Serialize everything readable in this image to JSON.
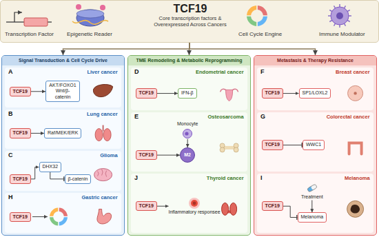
{
  "diagram": {
    "nodes": [
      {
        "text": [
          "Transcription Factor",
          "Epigenetic Reader",
          "Cell Cycle Engine",
          "Immune Modulator"
        ]
      },
      {
        "text": [
          "TCF19",
          "Core transcription factors & Overexpressed Across Cancers"
        ],
        "in": 0
      },
      {
        "text": [
          "Signal Transduction & Cell Cycle Drive"
        ]
      },
      {
        "text": [
          "A",
          "Liver cancer"
        ],
        "in": 2
      },
      {
        "text": [
          "TCF19"
        ],
        "in": 3
      },
      {
        "text": [
          "AKT/FOXO1 Wnt/β-catenin"
        ],
        "in": 3
      },
      {
        "text": [
          "B",
          "Lung cancer"
        ],
        "in": 2
      },
      {
        "text": [
          "TCF19"
        ],
        "in": 6
      },
      {
        "text": [
          "Raf/MEK/ERK"
        ],
        "in": 6
      },
      {
        "text": [
          "C",
          "Glioma"
        ],
        "in": 2
      },
      {
        "text": [
          "TCF19"
        ],
        "in": 9
      },
      {
        "text": [
          "DHX32"
        ],
        "in": 9
      },
      {
        "text": [
          "β-catenin"
        ],
        "in": 9
      },
      {
        "text": [
          "H",
          "Gastric cancer"
        ],
        "in": 2
      },
      {
        "text": [
          "TCF19"
        ],
        "in": 13
      },
      {
        "text": [
          "TME Remodeling & Metabolic Reprogramming"
        ]
      },
      {
        "text": [
          "D",
          "Endometrial cancer"
        ],
        "in": 15
      },
      {
        "text": [
          "TCF19"
        ],
        "in": 16
      },
      {
        "text": [
          "IFN-β"
        ],
        "in": 16
      },
      {
        "text": [
          "E",
          "Osteosarcoma"
        ],
        "in": 15
      },
      {
        "text": [
          "TCF19"
        ],
        "in": 19
      },
      {
        "text": [
          "Monocyte"
        ],
        "in": 19
      },
      {
        "text": [
          "M2"
        ],
        "in": 19
      },
      {
        "text": [
          "J",
          "Thyroid cancer"
        ],
        "in": 15
      },
      {
        "text": [
          "TCF19"
        ],
        "in": 23
      },
      {
        "text": [
          "Inflammatory responsee"
        ],
        "in": 23
      },
      {
        "text": [
          "Metastasis & Therapy Resistance"
        ]
      },
      {
        "text": [
          "F",
          "Breast cancer"
        ],
        "in": 26
      },
      {
        "text": [
          "TCF19"
        ],
        "in": 27
      },
      {
        "text": [
          "SP1/LOXL2"
        ],
        "in": 27
      },
      {
        "text": [
          "G",
          "Colorectal cancer"
        ],
        "in": 26
      },
      {
        "text": [
          "TCF19"
        ],
        "in": 30
      },
      {
        "text": [
          "WWC1"
        ],
        "in": 30
      },
      {
        "text": [
          "I",
          "Melanoma"
        ],
        "in": 26
      },
      {
        "text": [
          "TCF19"
        ],
        "in": 33
      },
      {
        "text": [
          "Treatment"
        ],
        "in": 33
      },
      {
        "text": [
          "Melanoma"
        ],
        "in": 33
      }
    ],
    "edges": [
      {
        "from": 0,
        "to": 2,
        "arrow": "to"
      },
      {
        "from": 0,
        "to": 15,
        "arrow": "to"
      },
      {
        "from": 0,
        "to": 26,
        "arrow": "to"
      },
      {
        "from": 4,
        "to": 5,
        "arrow": "to"
      },
      {
        "from": 7,
        "to": 8,
        "arrow": "to"
      },
      {
        "from": 10,
        "to": 11,
        "arrow": "to"
      },
      {
        "from": 11,
        "to": 12,
        "arrow": "to"
      },
      {
        "from": 17,
        "to": 18,
        "arrow": "to"
      },
      {
        "from": 20,
        "to": 22,
        "arrow": "to"
      },
      {
        "from": 21,
        "to": 22,
        "arrow": "to"
      },
      {
        "from": 24,
        "to": 25,
        "arrow": "to"
      },
      {
        "from": 28,
        "to": 29,
        "arrow": "to"
      },
      {
        "from": 31,
        "to": 32,
        "arrow": "to"
      },
      {
        "from": 35,
        "to": 36,
        "arrow": "to"
      },
      {
        "from": 34,
        "to": 36,
        "arrow": "to"
      }
    ]
  }
}
